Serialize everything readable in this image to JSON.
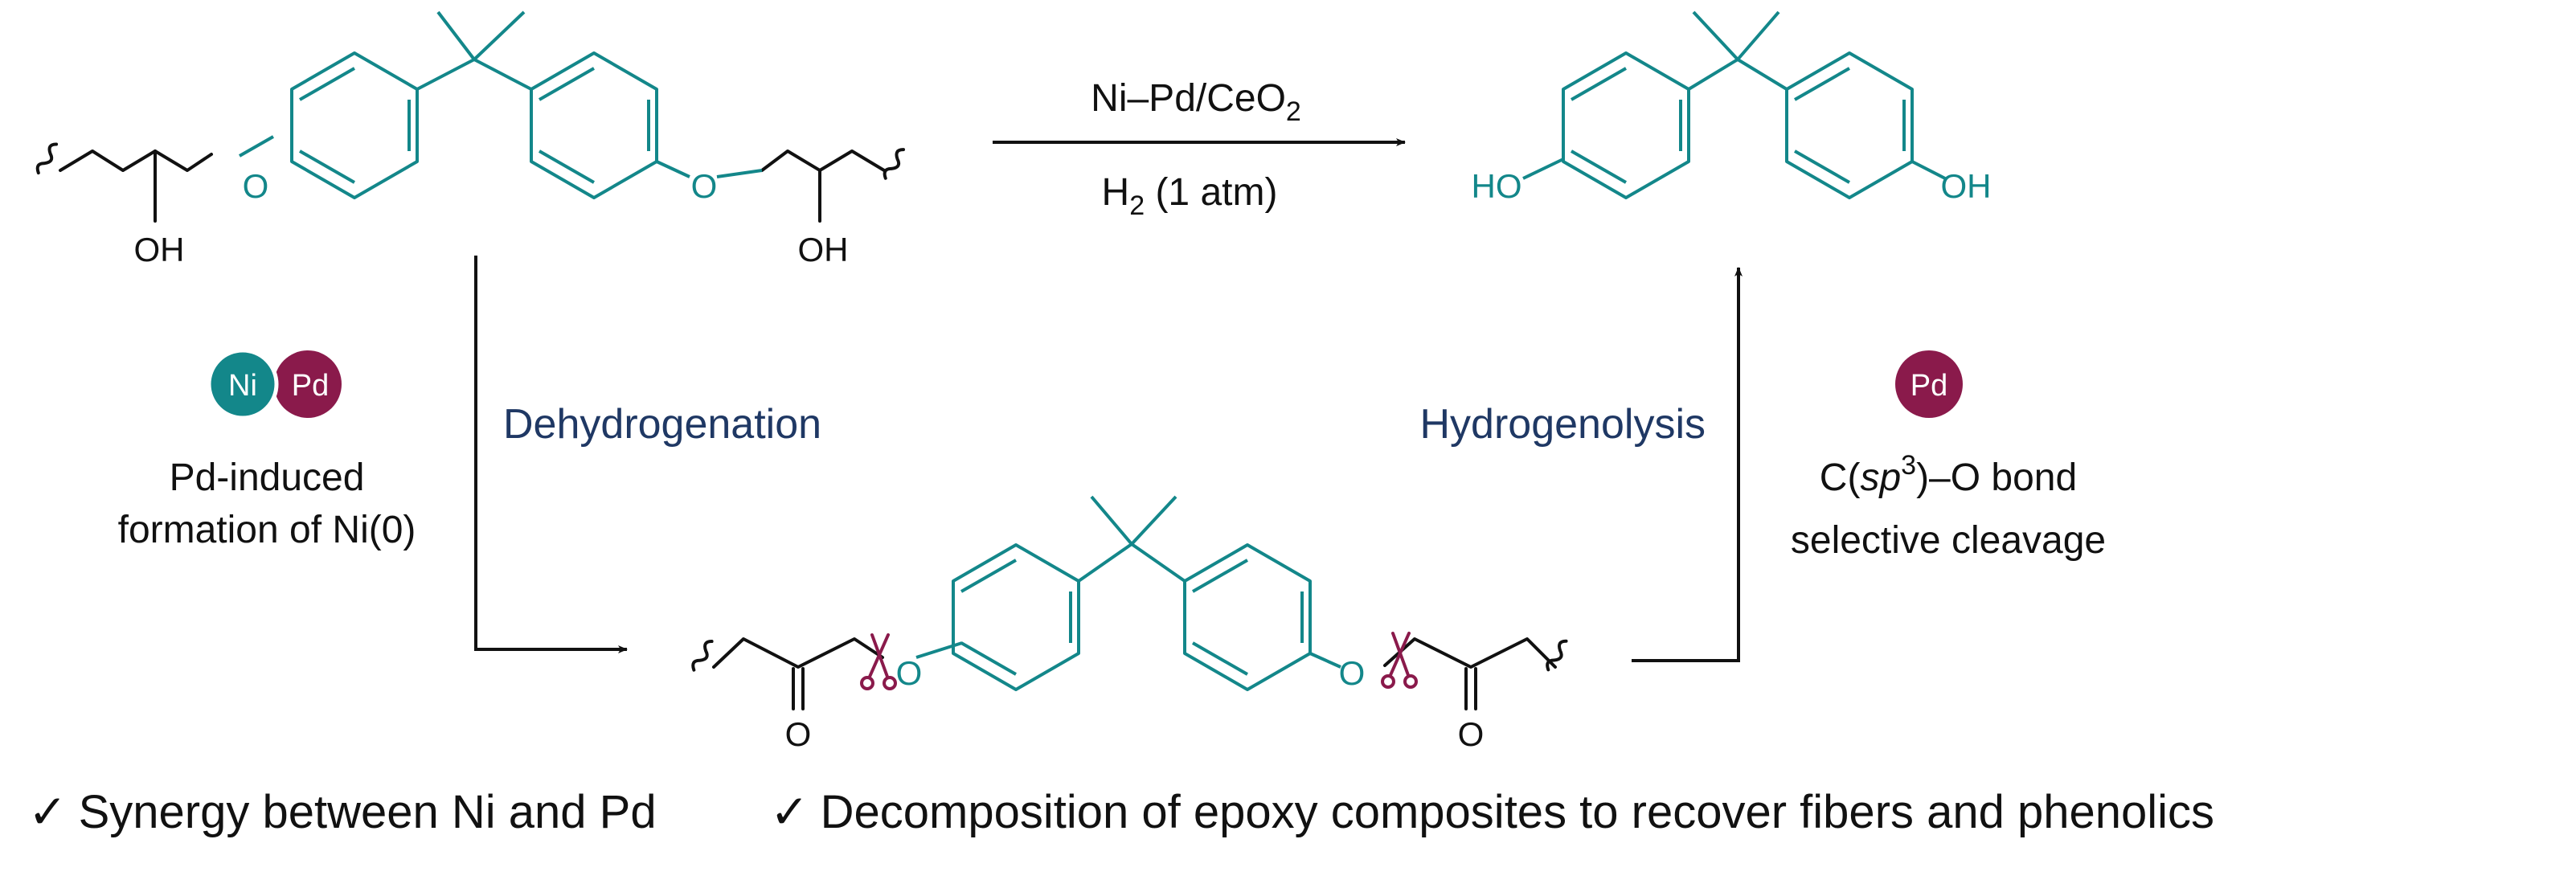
{
  "colors": {
    "teal": "#13878a",
    "maroon": "#8a1a4b",
    "navy": "#1f3864",
    "black": "#111111"
  },
  "atoms": {
    "oxygen": "O",
    "hydroxyl": "OH",
    "hydroxyl_left": "HO"
  },
  "reaction": {
    "catalyst": "Ni–Pd/CeO",
    "catalyst_sub": "2",
    "condition": "H",
    "condition_sub": "2",
    "condition_rest": " (1 atm)"
  },
  "badges": {
    "ni": "Ni",
    "pd": "Pd"
  },
  "steps": {
    "dehydrogenation": "Dehydrogenation",
    "hydrogenolysis": "Hydrogenolysis"
  },
  "notes": {
    "left_line1": "Pd-induced",
    "left_line2": "formation of Ni(0)",
    "right_pre": "C(",
    "right_sp": "sp",
    "right_sup": "3",
    "right_post": ")–O bond",
    "right_line2": "selective cleavage"
  },
  "footer": {
    "check": "✓",
    "item1": "Synergy between Ni and Pd",
    "item2": "Decomposition of epoxy composites to recover fibers and phenolics"
  }
}
